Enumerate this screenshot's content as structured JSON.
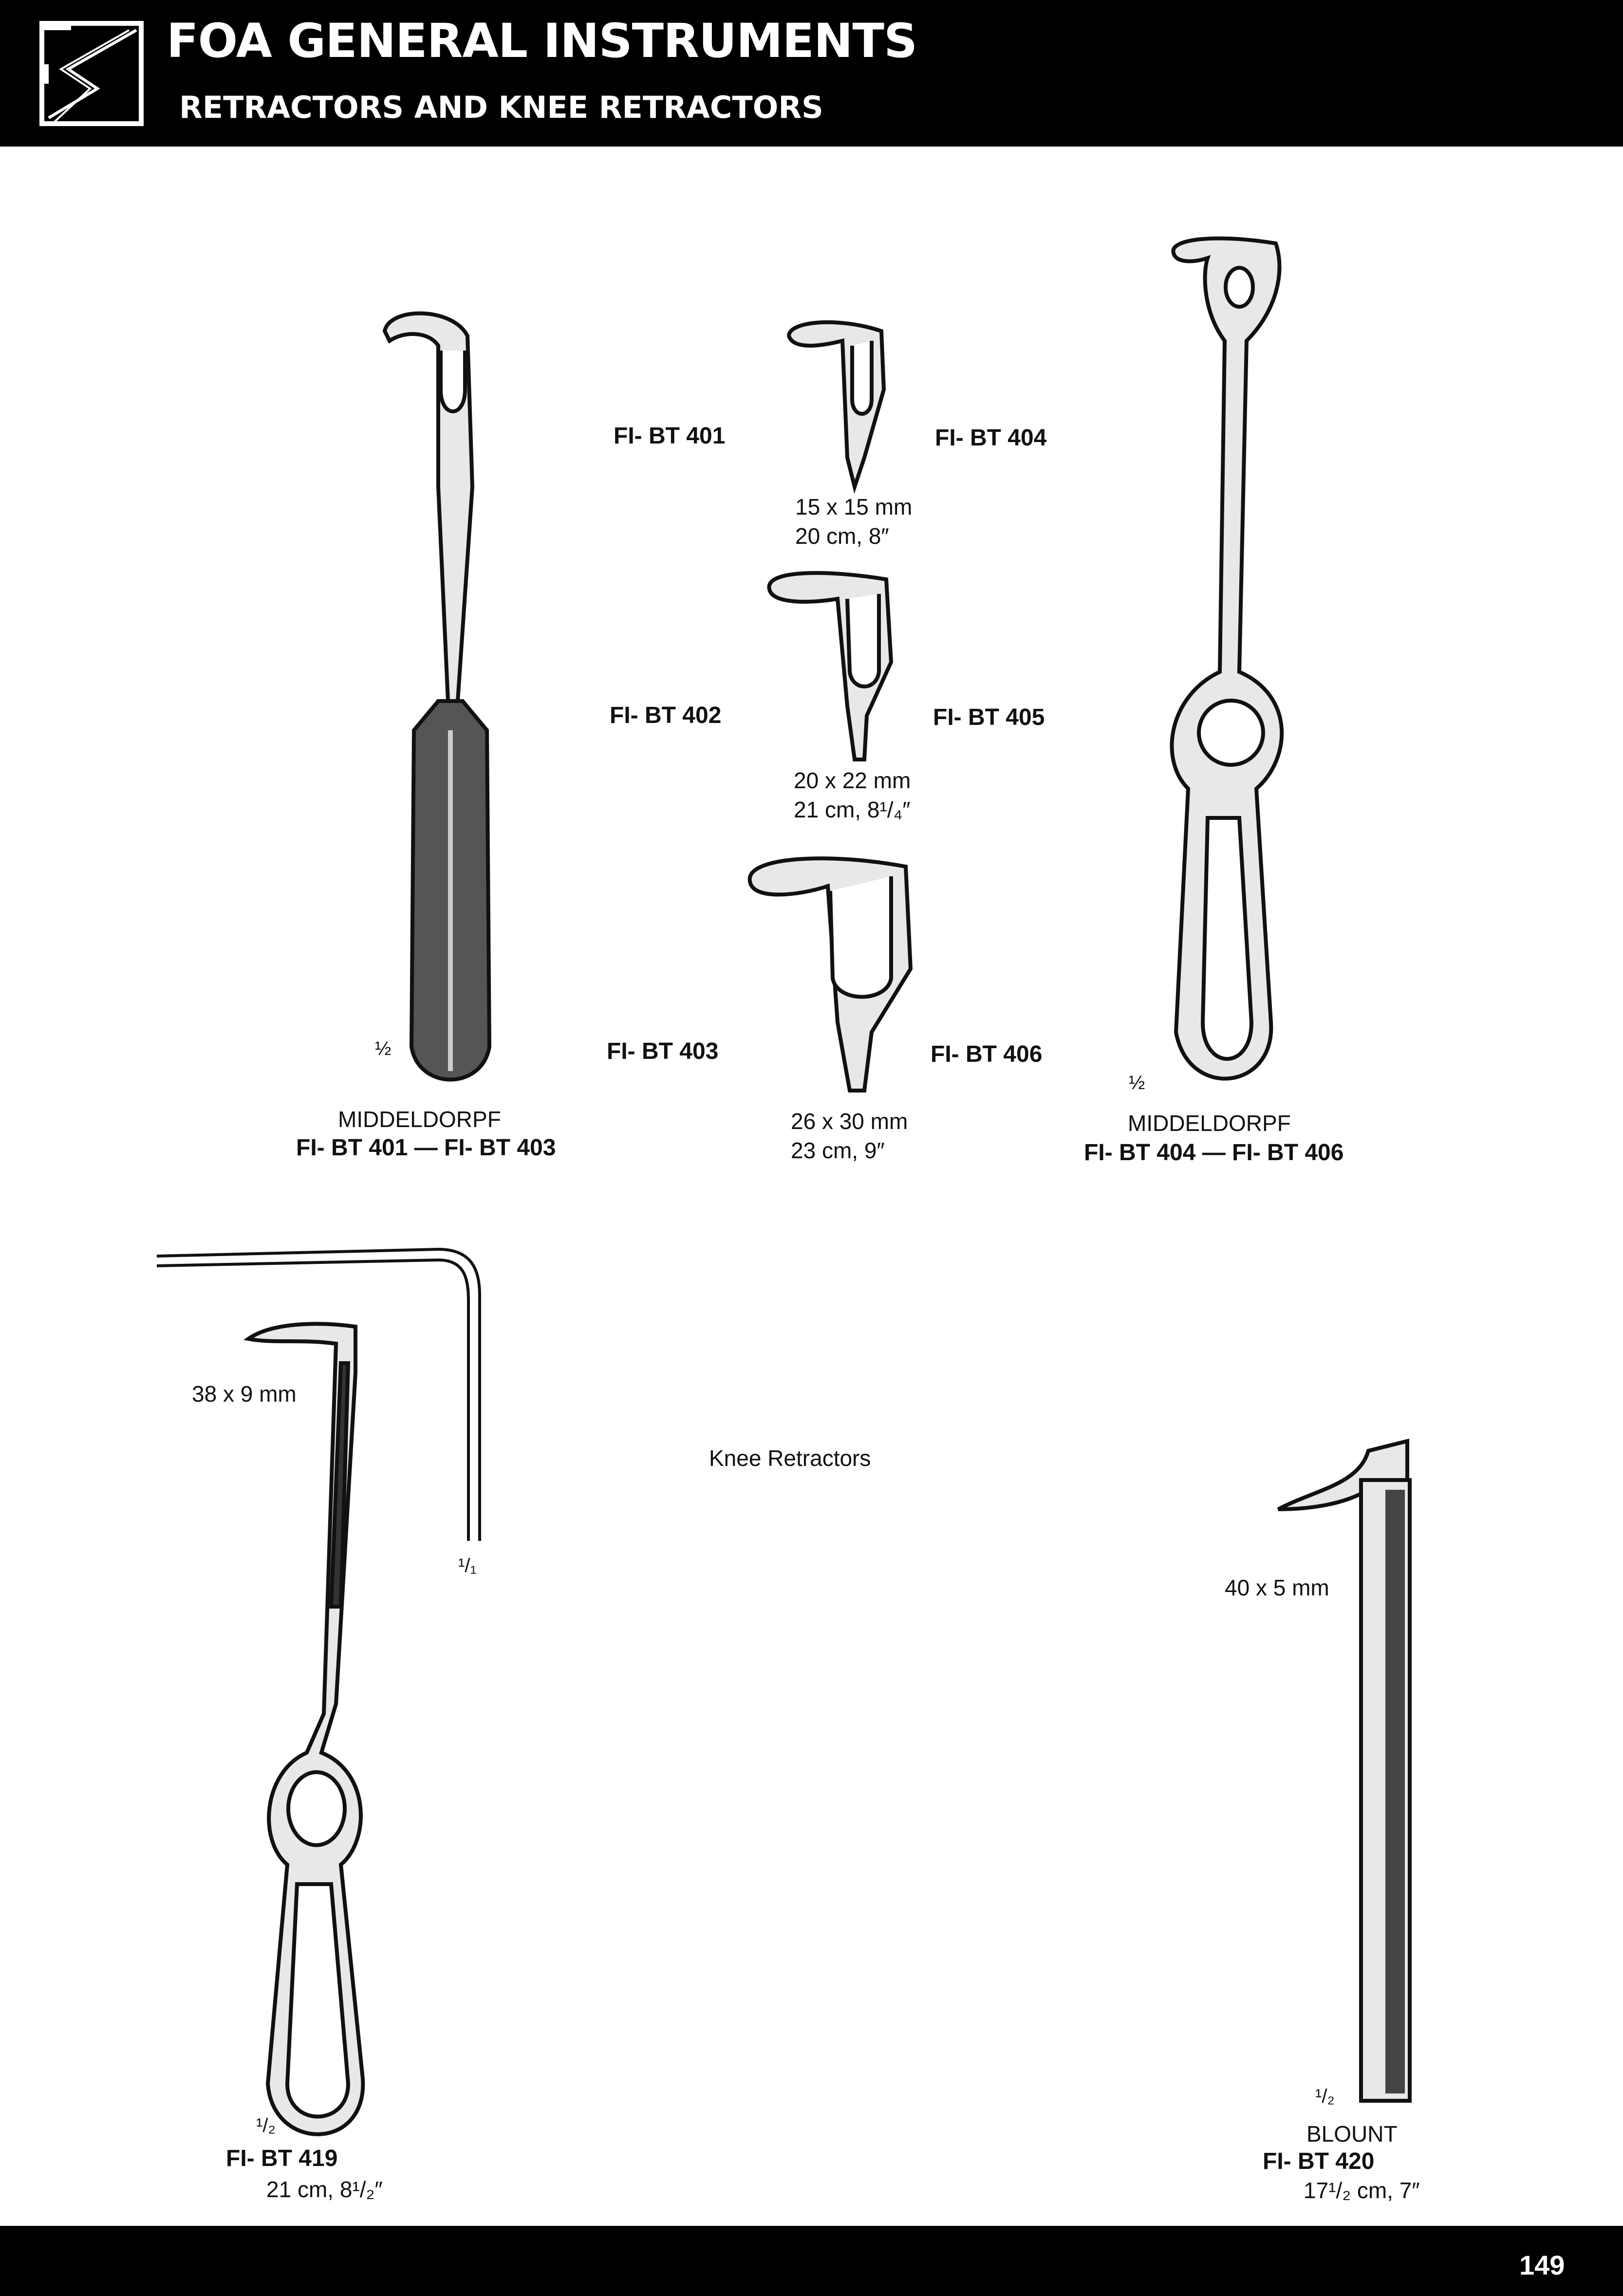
{
  "header": {
    "title": "FOA GENERAL INSTRUMENTS",
    "subtitle": "RETRACTORS AND KNEE RETRACTORS",
    "logo_text": "FS"
  },
  "products": {
    "bt401": "FI- BT 401",
    "bt402": "FI- BT 402",
    "bt403": "FI- BT 403",
    "bt404": "FI- BT 404",
    "bt405": "FI- BT 405",
    "bt406": "FI- BT 406",
    "size1": "15 x 15 mm",
    "len1": "20 cm, 8″",
    "size2": "20 x 22 mm",
    "len2": "21 cm, 8¹/₄″",
    "size3": "26 x 30 mm",
    "len3": "23 cm, 9″",
    "left_group": {
      "scale": "½",
      "name": "MIDDELDORPF",
      "range": "FI- BT 401 — FI- BT 403"
    },
    "right_group": {
      "scale": "½",
      "name": "MIDDELDORPF",
      "range": "FI- BT 404 — FI- BT 406"
    }
  },
  "knee": {
    "section_title": "Knee Retractors",
    "bt419": {
      "blade": "38 x 9 mm",
      "scale_profile": "¹/₁",
      "scale": "¹/₂",
      "code": "FI- BT 419",
      "length": "21 cm, 8¹/₂″"
    },
    "bt420": {
      "blade": "40 x 5 mm",
      "scale": "¹/₂",
      "name": "BLOUNT",
      "code": "FI- BT 420",
      "length": "17¹/₂ cm, 7″"
    }
  },
  "footer": {
    "page_number": "149"
  }
}
